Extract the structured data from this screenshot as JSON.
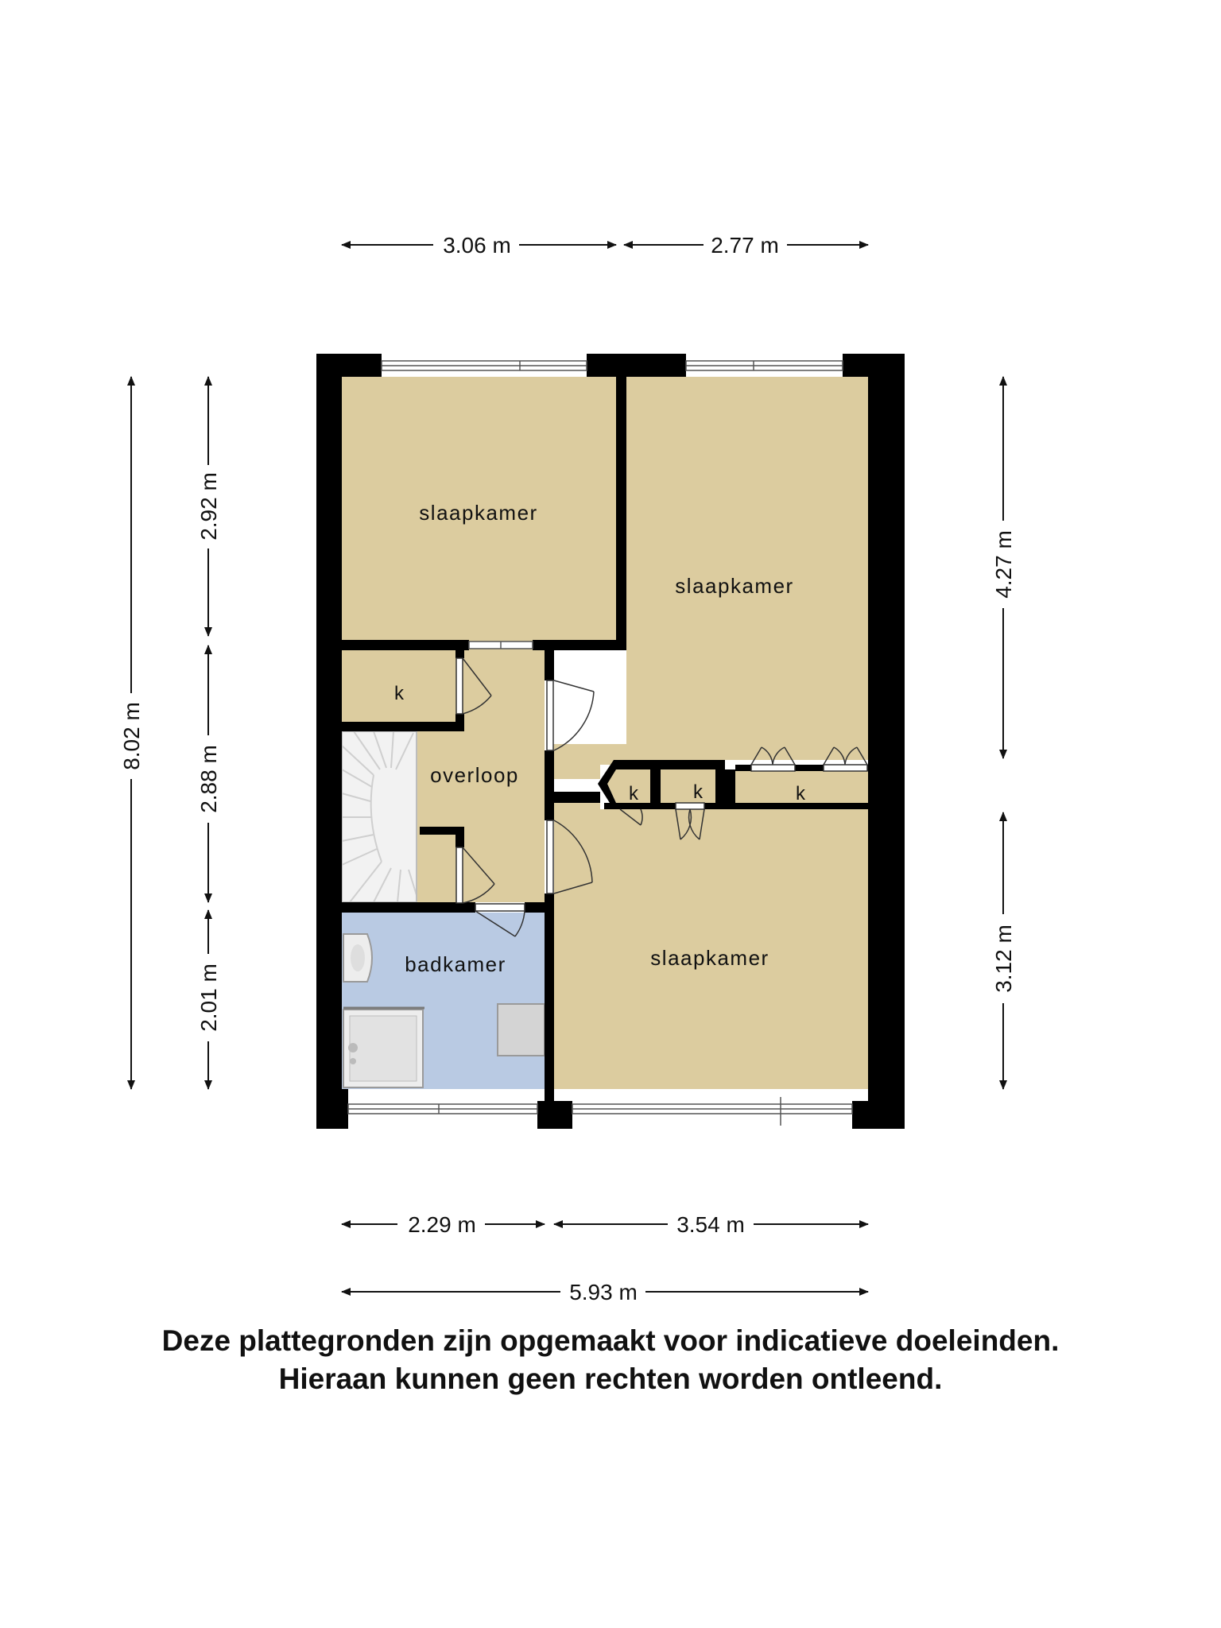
{
  "colors": {
    "wall": "#000000",
    "room_fill": "#dccc9f",
    "bathroom_fill": "#b9cae3",
    "window_fill": "#ffffff"
  },
  "rooms": {
    "bedroom_top_left": "slaapkamer",
    "bedroom_top_right": "slaapkamer",
    "bedroom_bottom_right": "slaapkamer",
    "landing": "overloop",
    "bathroom": "badkamer",
    "closet_left": "k",
    "closet_mid_1": "k",
    "closet_mid_2": "k",
    "closet_right": "k"
  },
  "dimensions": {
    "top_left": "3.06 m",
    "top_right": "2.77 m",
    "bottom_left": "2.29 m",
    "bottom_right": "3.54 m",
    "bottom_total": "5.93 m",
    "left_total": "8.02 m",
    "left_upper": "2.92 m",
    "left_middle": "2.88 m",
    "left_lower": "2.01 m",
    "right_upper": "4.27 m",
    "right_lower": "3.12 m"
  },
  "disclaimer": {
    "line1": "Deze plattegronden zijn opgemaakt voor indicatieve doeleinden.",
    "line2": "Hieraan kunnen geen rechten worden ontleend."
  }
}
